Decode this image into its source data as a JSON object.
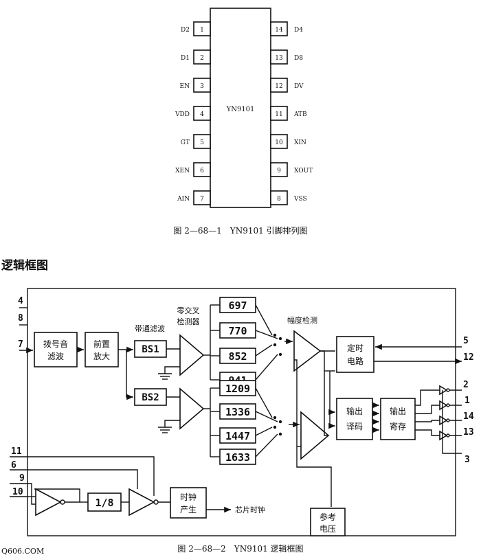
{
  "chip": {
    "name": "YN9101",
    "pins_left": [
      {
        "num": "1",
        "name": "D2"
      },
      {
        "num": "2",
        "name": "D1"
      },
      {
        "num": "3",
        "name": "EN"
      },
      {
        "num": "4",
        "name": "VDD"
      },
      {
        "num": "5",
        "name": "GT"
      },
      {
        "num": "6",
        "name": "XEN"
      },
      {
        "num": "7",
        "name": "AIN"
      }
    ],
    "pins_right": [
      {
        "num": "14",
        "name": "D4"
      },
      {
        "num": "13",
        "name": "D8"
      },
      {
        "num": "12",
        "name": "DV"
      },
      {
        "num": "11",
        "name": "ATB"
      },
      {
        "num": "10",
        "name": "XIN"
      },
      {
        "num": "9",
        "name": "XOUT"
      },
      {
        "num": "8",
        "name": "VSS"
      }
    ],
    "caption": "图 2—68—1　YN9101 引脚排列图"
  },
  "section_title": "逻辑框图",
  "diagram": {
    "dial_filter": [
      "拨号音",
      "滤波"
    ],
    "preamp": [
      "前置",
      "放大"
    ],
    "bandpass_label": "带通滤波",
    "zero_cross_label": [
      "零交叉",
      "检测器"
    ],
    "amplitude_label": "幅度检测",
    "bs1": "BS1",
    "bs2": "BS2",
    "low_freqs": [
      "697",
      "770",
      "852",
      "941"
    ],
    "high_freqs": [
      "1209",
      "1336",
      "1447",
      "1633"
    ],
    "timer": [
      "定时",
      "电路"
    ],
    "decoder": [
      "输出",
      "译码"
    ],
    "register": [
      "输出",
      "寄存"
    ],
    "reference": [
      "参考",
      "电压"
    ],
    "clock": [
      "时钟",
      "产生"
    ],
    "chip_clock": "芯片时钟",
    "divider": "1/8",
    "pins_left": [
      "4",
      "8",
      "7",
      "11",
      "6",
      "9",
      "10"
    ],
    "pins_right": [
      "5",
      "12",
      "2",
      "1",
      "14",
      "13",
      "3"
    ],
    "caption": "图 2—68—2　YN9101 逻辑框图"
  },
  "watermark": "Q606.COM"
}
